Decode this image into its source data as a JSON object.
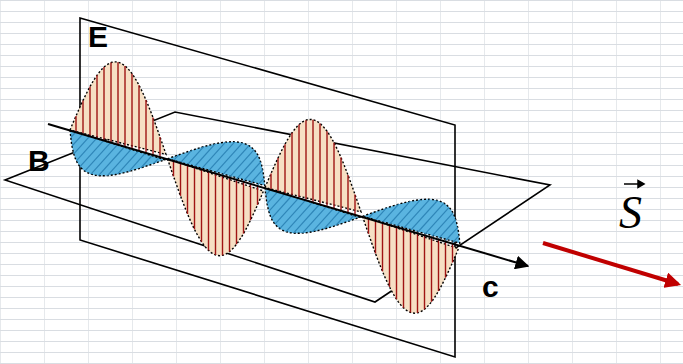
{
  "diagram": {
    "labels": [
      "E",
      "B",
      "c",
      "S"
    ]
  }
}
